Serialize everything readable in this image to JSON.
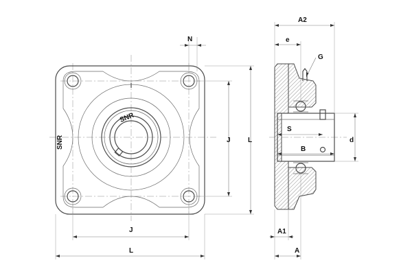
{
  "labels": {
    "n": "N",
    "j_vertical": "J",
    "l_vertical": "L",
    "j_horizontal": "J",
    "l_horizontal": "L",
    "a2": "A2",
    "e": "e",
    "g": "G",
    "s": "S",
    "b": "B",
    "d": "d",
    "a1": "A1",
    "a": "A"
  },
  "brand": {
    "flange_logo": "SNR",
    "insert_logo": "SNR"
  }
}
